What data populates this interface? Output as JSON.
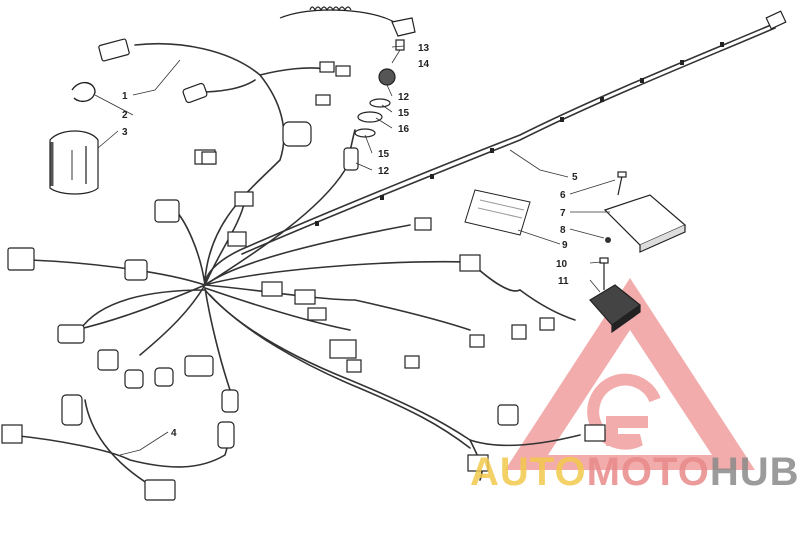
{
  "callouts": [
    {
      "id": "1",
      "text": "1"
    },
    {
      "id": "2",
      "text": "2"
    },
    {
      "id": "3",
      "text": "3"
    },
    {
      "id": "4",
      "text": "4"
    },
    {
      "id": "5",
      "text": "5"
    },
    {
      "id": "6",
      "text": "6"
    },
    {
      "id": "7",
      "text": "7"
    },
    {
      "id": "8",
      "text": "8"
    },
    {
      "id": "9",
      "text": "9"
    },
    {
      "id": "10",
      "text": "10"
    },
    {
      "id": "11",
      "text": "11"
    },
    {
      "id": "12a",
      "text": "12"
    },
    {
      "id": "12b",
      "text": "12"
    },
    {
      "id": "13",
      "text": "13"
    },
    {
      "id": "14",
      "text": "14"
    },
    {
      "id": "15a",
      "text": "15"
    },
    {
      "id": "15b",
      "text": "15"
    },
    {
      "id": "16",
      "text": "16"
    }
  ],
  "watermark": {
    "part1": "AUTO",
    "part2": "MOTO",
    "part3": "HUB",
    "color1": "#f2c94c",
    "color2": "#e98a8a",
    "color3": "#8a8a8a",
    "logo_color": "#e86a6a"
  }
}
